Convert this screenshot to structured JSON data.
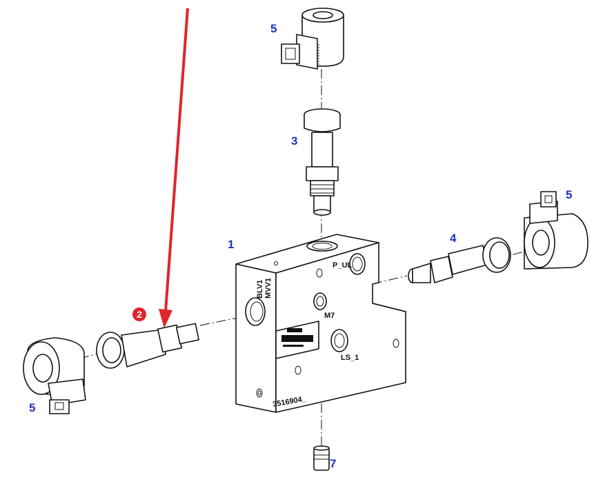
{
  "callouts": {
    "block": "1",
    "valve_left": "2",
    "valve_top": "3",
    "valve_right": "4",
    "coil_top": "5",
    "coil_right": "5",
    "coil_left": "5",
    "plug": "7"
  },
  "block_labels": {
    "port_p_ul": "P_UL",
    "port_m7": "M7",
    "port_ls1": "LS_1",
    "side_blv1": "BLV1",
    "side_mvv1": "MVV1",
    "part_number": "3516904_"
  },
  "colors": {
    "callout": "#1f2fc4",
    "highlight": "#e0252b",
    "line": "#111111"
  }
}
